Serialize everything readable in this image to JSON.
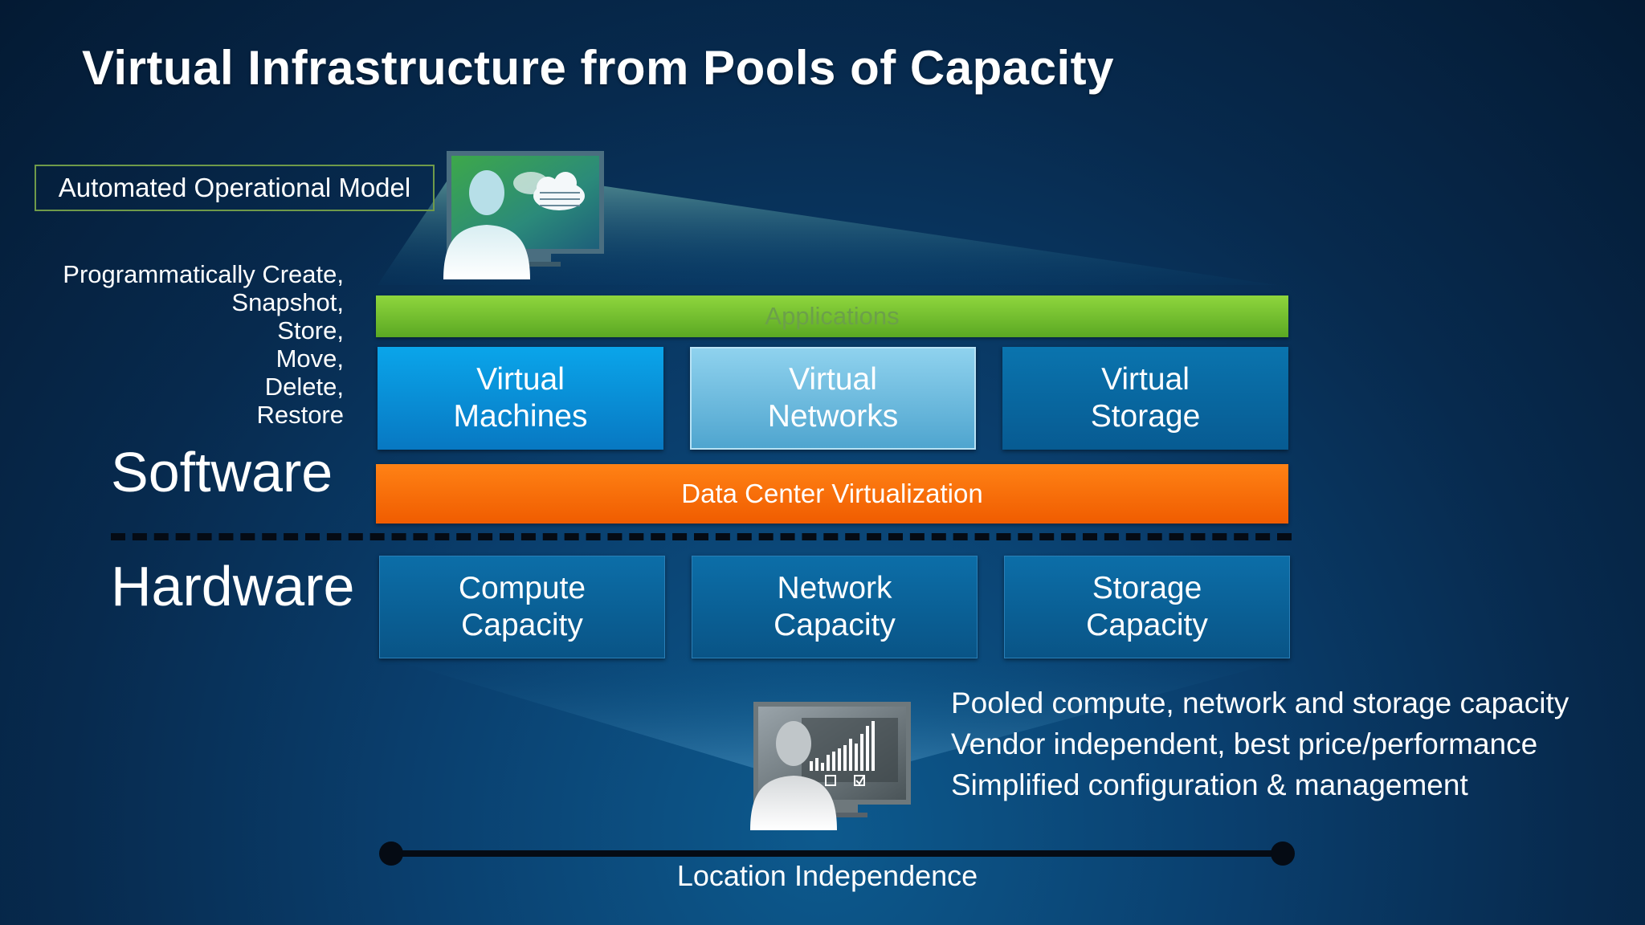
{
  "title": "Virtual Infrastructure from Pools of Capacity",
  "operational_model": {
    "label": "Automated Operational Model",
    "actions": [
      "Programmatically Create,",
      "Snapshot,",
      "Store,",
      "Move,",
      "Delete,",
      "Restore"
    ]
  },
  "layers": {
    "software": "Software",
    "hardware": "Hardware"
  },
  "applications_label": "Applications",
  "virtual": [
    {
      "line1": "Virtual",
      "line2": "Machines"
    },
    {
      "line1": "Virtual",
      "line2": "Networks"
    },
    {
      "line1": "Virtual",
      "line2": "Storage"
    }
  ],
  "virtualization_label": "Data Center Virtualization",
  "capacity": [
    {
      "line1": "Compute",
      "line2": "Capacity"
    },
    {
      "line1": "Network",
      "line2": "Capacity"
    },
    {
      "line1": "Storage",
      "line2": "Capacity"
    }
  ],
  "benefits": [
    "Pooled compute, network and storage capacity",
    "Vendor independent, best price/performance",
    "Simplified configuration & management"
  ],
  "location_label": "Location Independence",
  "colors": {
    "applications": "#6cbe2e",
    "virtualization": "#f86c0a",
    "virtual_machines": "#0a93d8",
    "virtual_networks": "#6cbde0",
    "virtual_storage": "#0866a0"
  }
}
